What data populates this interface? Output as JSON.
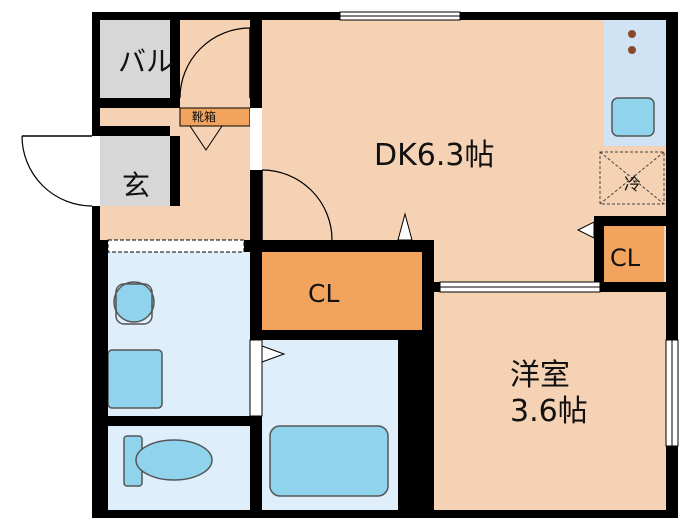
{
  "rooms": {
    "dk": {
      "label": "DK6.3帖"
    },
    "western": {
      "label_line1": "洋室",
      "label_line2": "3.6帖"
    },
    "closet_main": {
      "label": "CL"
    },
    "closet_small": {
      "label": "CL"
    },
    "entrance": {
      "label": "玄"
    },
    "balcony": {
      "label": "バル"
    }
  },
  "fixtures": {
    "shoe_box": {
      "label": "靴箱"
    },
    "fridge": {
      "label": "冷"
    }
  },
  "colors": {
    "wall": "#000000",
    "floor": "#f6d2b4",
    "wet_area": "#dfeefb",
    "closet": "#f2a45f",
    "entrance": "#d7d7d7",
    "fixture": "#8fd4ec",
    "kitchen": "#cfe3f4"
  }
}
